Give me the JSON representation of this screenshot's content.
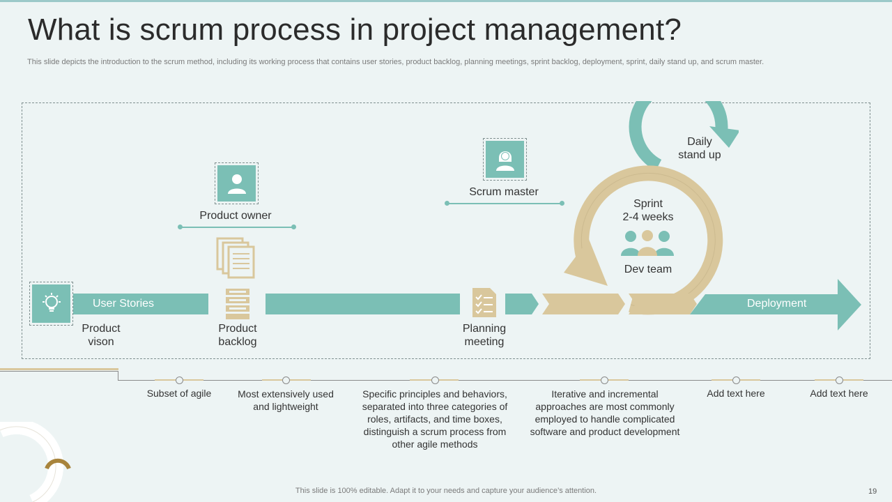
{
  "title": "What is scrum process in project management?",
  "subtitle": "This slide depicts the introduction to the scrum method, including its working process that contains user stories, product backlog, planning meetings, sprint backlog, deployment, sprint, daily stand up, and scrum master.",
  "process": {
    "user_stories": "User Stories",
    "product_vision": "Product vison",
    "product_owner": "Product owner",
    "product_backlog": "Product backlog",
    "planning_meeting": "Planning meeting",
    "scrum_master": "Scrum master",
    "daily_standup": "Daily stand up",
    "sprint": "Sprint",
    "sprint_duration": "2-4 weeks",
    "dev_team": "Dev team",
    "deployment": "Deployment"
  },
  "timeline": [
    "Subset of agile",
    "Most extensively used and lightweight",
    "Specific principles and behaviors, separated into three categories of roles, artifacts, and time boxes, distinguish a scrum process from other agile methods",
    "Iterative and incremental approaches are most commonly employed to handle complicated software and product development",
    "Add text here",
    "Add text here"
  ],
  "footer": "This slide is 100% editable. Adapt it to your needs and capture your audience’s attention.",
  "page_number": "19",
  "icons": [
    "lightbulb-icon",
    "person-icon",
    "documents-icon",
    "server-icon",
    "checklist-icon",
    "woman-icon",
    "team-icon",
    "circular-arrow-icon"
  ],
  "colors": {
    "teal": "#7bbfb5",
    "gold": "#d9c79c",
    "background": "#edf4f4"
  }
}
